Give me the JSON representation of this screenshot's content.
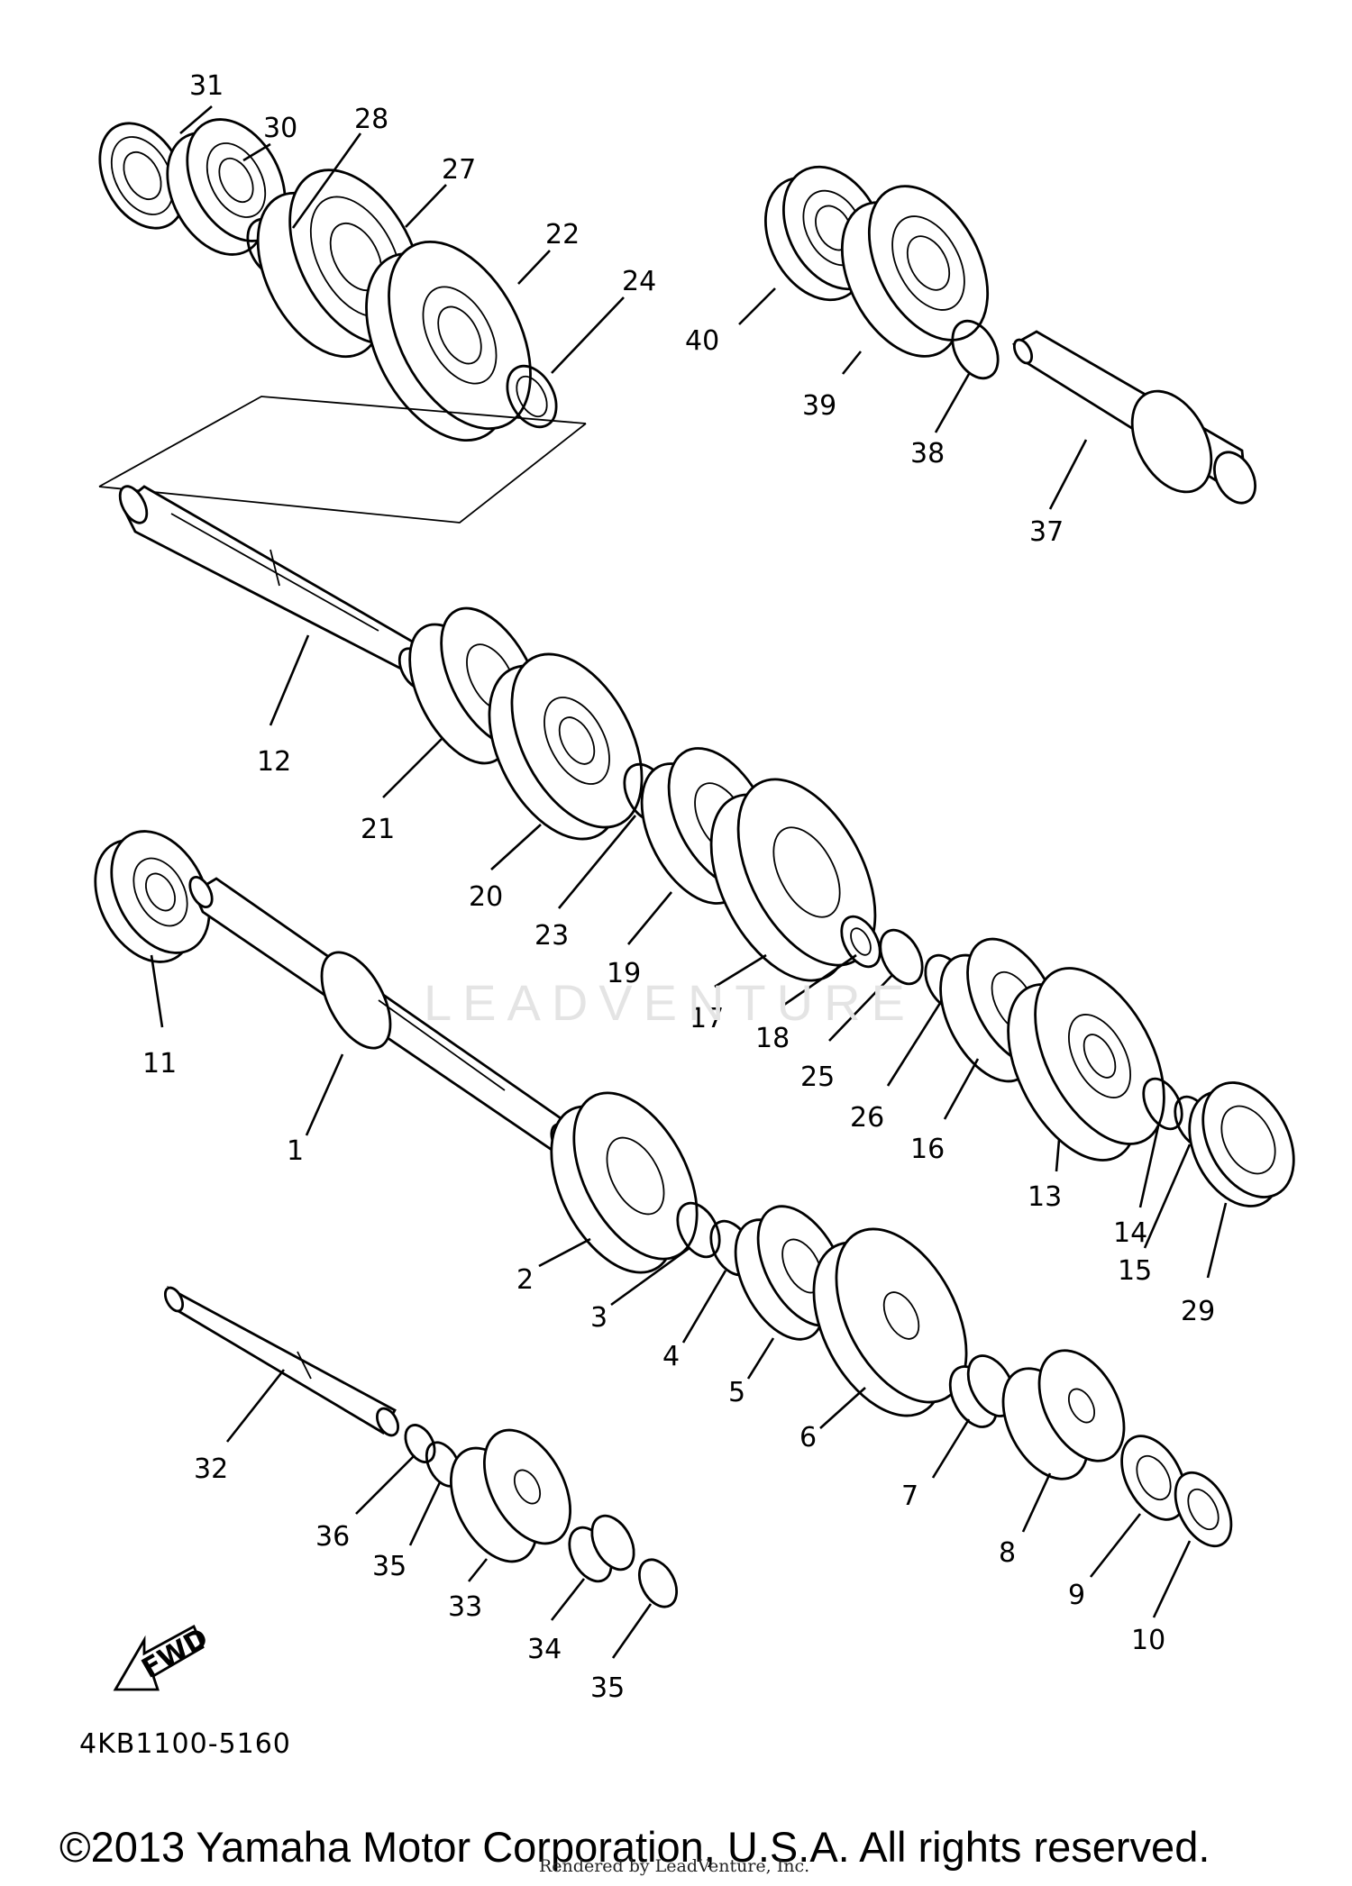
{
  "diagram": {
    "part_code": "4KB1100-5160",
    "fwd_label": "FWD",
    "watermark": "LEADVENTURE",
    "copyright": "©2013 Yamaha Motor Corporation, U.S.A. All rights reserved.",
    "rendered_by": "Rendered by LeadVenture, Inc.",
    "callouts": [
      "1",
      "2",
      "3",
      "4",
      "5",
      "6",
      "7",
      "8",
      "9",
      "10",
      "11",
      "12",
      "13",
      "14",
      "15",
      "16",
      "17",
      "18",
      "19",
      "20",
      "21",
      "22",
      "23",
      "24",
      "25",
      "26",
      "27",
      "28",
      "29",
      "30",
      "31",
      "32",
      "33",
      "34",
      "35",
      "35",
      "36",
      "37",
      "38",
      "39",
      "40"
    ]
  }
}
